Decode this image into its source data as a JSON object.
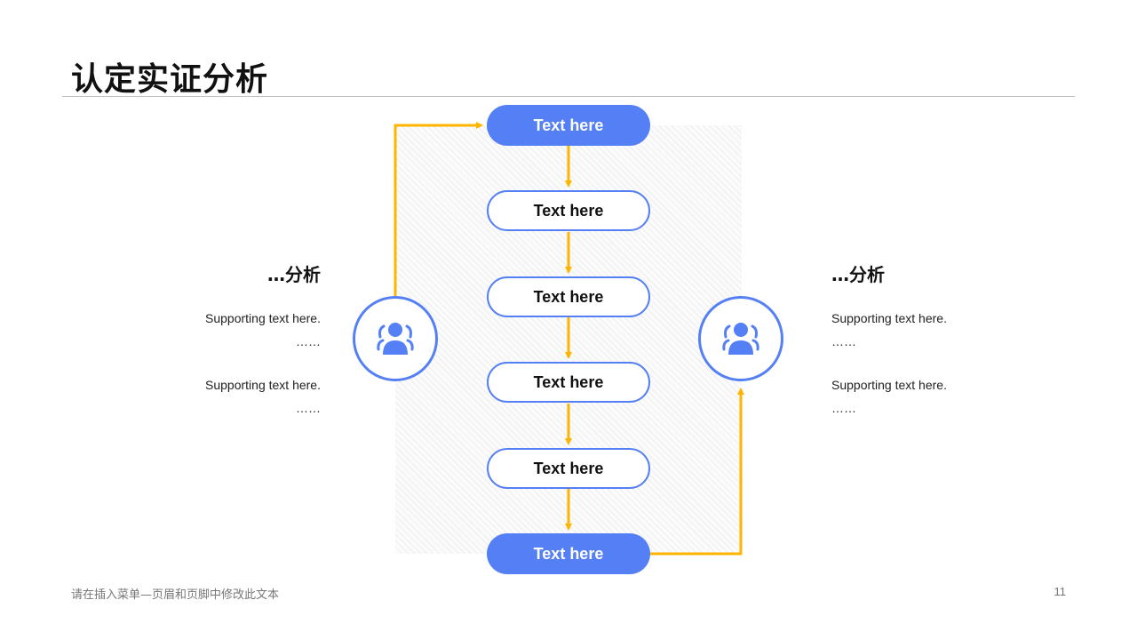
{
  "title": "认定实证分析",
  "flow": {
    "steps": [
      "Text here",
      "Text here",
      "Text here",
      "Text here",
      "Text here",
      "Text here"
    ]
  },
  "left_panel": {
    "heading": "…分析",
    "items": [
      {
        "text": "Supporting  text here.",
        "ellipsis": "……"
      },
      {
        "text": "Supporting  text here.",
        "ellipsis": "……"
      }
    ],
    "icon": "users-icon"
  },
  "right_panel": {
    "heading": "…分析",
    "items": [
      {
        "text": "Supporting  text here.",
        "ellipsis": "……"
      },
      {
        "text": "Supporting  text here.",
        "ellipsis": "……"
      }
    ],
    "icon": "users-icon"
  },
  "colors": {
    "accent": "#5580f5",
    "arrow": "#ffb400"
  },
  "footer": {
    "note": "请在插入菜单—页眉和页脚中修改此文本",
    "page_number": "11"
  }
}
